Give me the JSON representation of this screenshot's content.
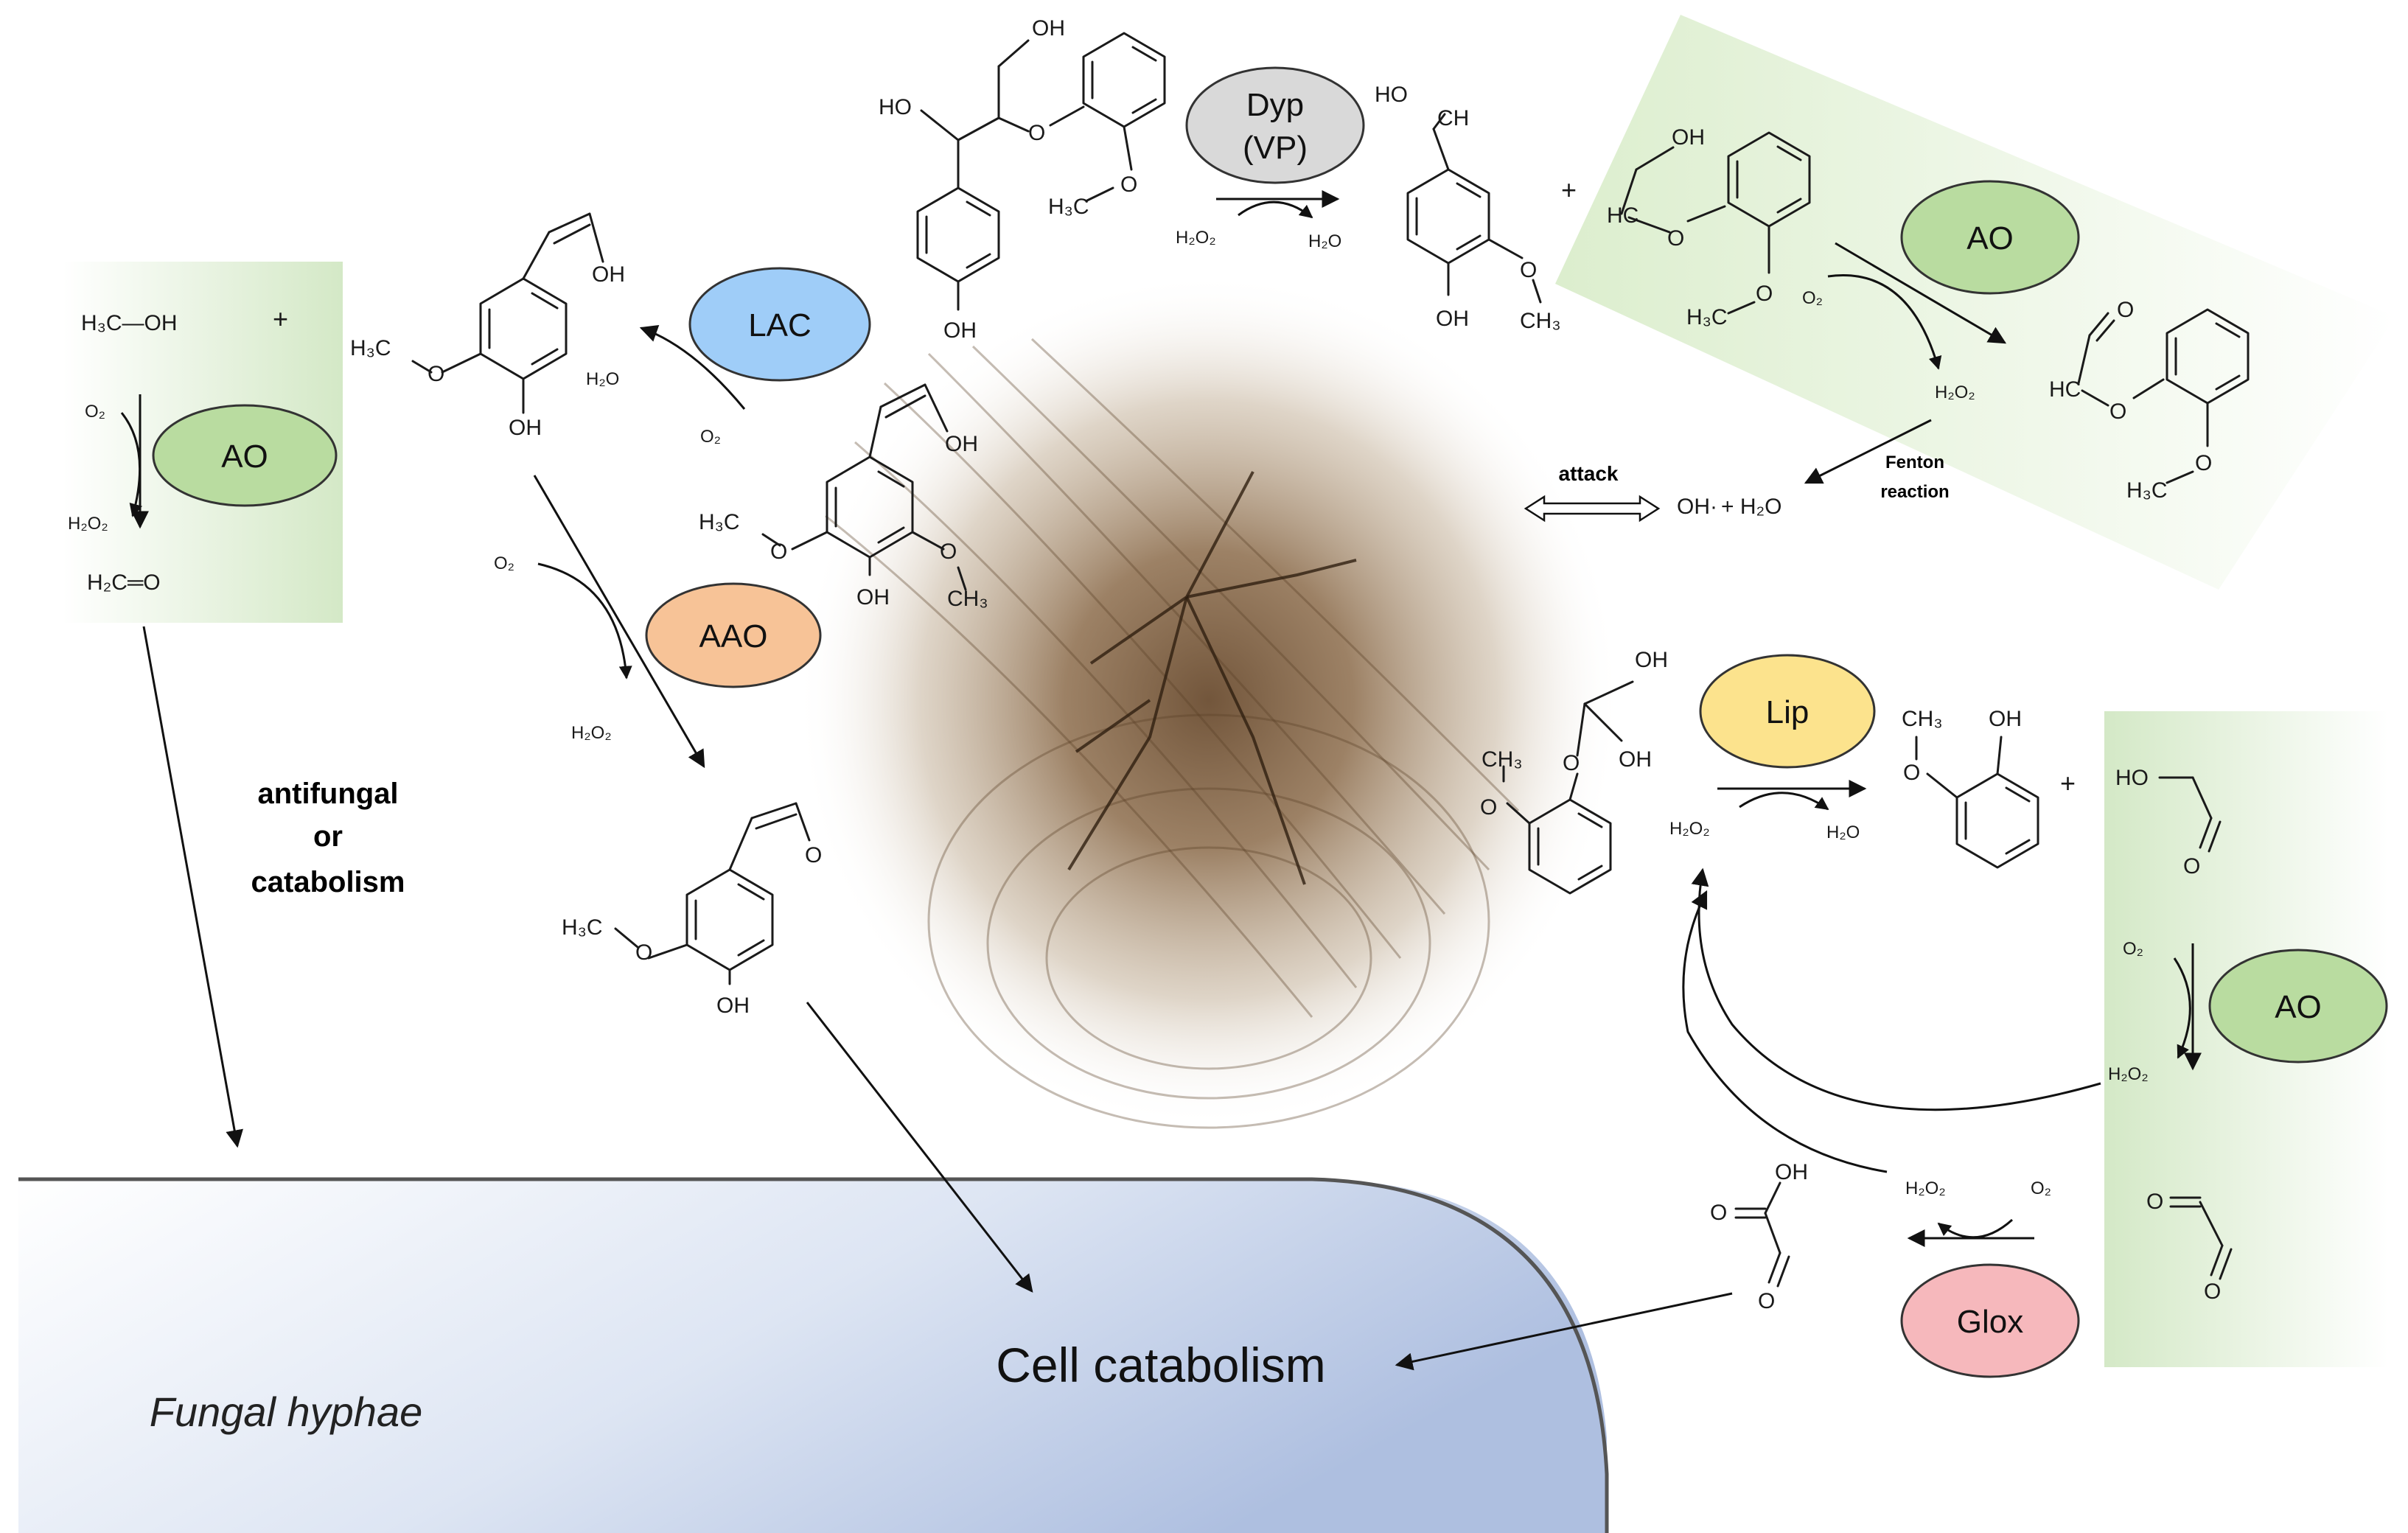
{
  "enzymes": {
    "ao": "AO",
    "lac": "LAC",
    "aao": "AAO",
    "dyp_line1": "Dyp",
    "dyp_line2": "(VP)",
    "lip": "Lip",
    "glox": "Glox"
  },
  "labels": {
    "attack": "attack",
    "fenton_line1": "Fenton",
    "fenton_line2": "reaction",
    "antifungal_line1": "antifungal",
    "antifungal_line2": "or",
    "antifungal_line3": "catabolism",
    "cell_catabolism": "Cell catabolism",
    "fungal_hyphae": "Fungal hyphae",
    "plus": "+"
  },
  "chem": {
    "oh": "OH",
    "ho": "HO",
    "o": "O",
    "o2": "O₂",
    "h2o": "H₂O",
    "h2o2": "H₂O₂",
    "h3c": "H₃C",
    "ch3": "CH₃",
    "h3c_oh": "H₃C—OH",
    "h2c_o": "H₂C═O",
    "hc": "HC",
    "ch": "CH",
    "oh_radical": "OH·",
    "h2o_product": "+ H₂O"
  },
  "colors": {
    "ao_green": "#b9dca0",
    "lac_blue": "#9fcdf8",
    "aao_orange": "#f7c397",
    "dyp_grey": "#d9d9d9",
    "lip_yellow": "#fce38d",
    "glox_pink": "#f6b8bc",
    "cell_blue": "#c6d4ec",
    "wood_brown": "#8a6a48"
  },
  "icons": {
    "wood": "wood-cross-section-image"
  }
}
